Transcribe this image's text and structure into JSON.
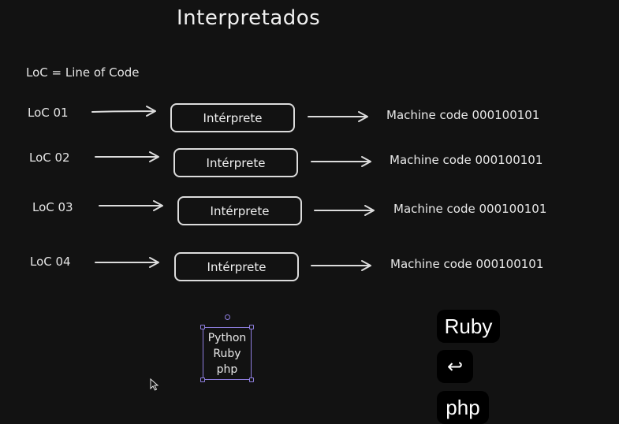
{
  "title": "Interpretados",
  "legend": "LoC = Line of Code",
  "rows": [
    {
      "loc": "LoC 01",
      "box": "Intérprete",
      "output": "Machine code 000100101"
    },
    {
      "loc": "LoC 02",
      "box": "Intérprete",
      "output": "Machine code 000100101"
    },
    {
      "loc": "LoC 03",
      "box": "Intérprete",
      "output": "Machine code 000100101"
    },
    {
      "loc": "LoC 04",
      "box": "Intérprete",
      "output": "Machine code 000100101"
    }
  ],
  "selected_note": {
    "lines": [
      "Python",
      "Ruby",
      "php"
    ]
  },
  "suggestions": [
    {
      "label": "Ruby"
    },
    {
      "label": "↩"
    },
    {
      "label": "php"
    }
  ],
  "colors": {
    "background": "#121212",
    "stroke": "#dcdcdc",
    "selection": "#8f7fe0"
  }
}
